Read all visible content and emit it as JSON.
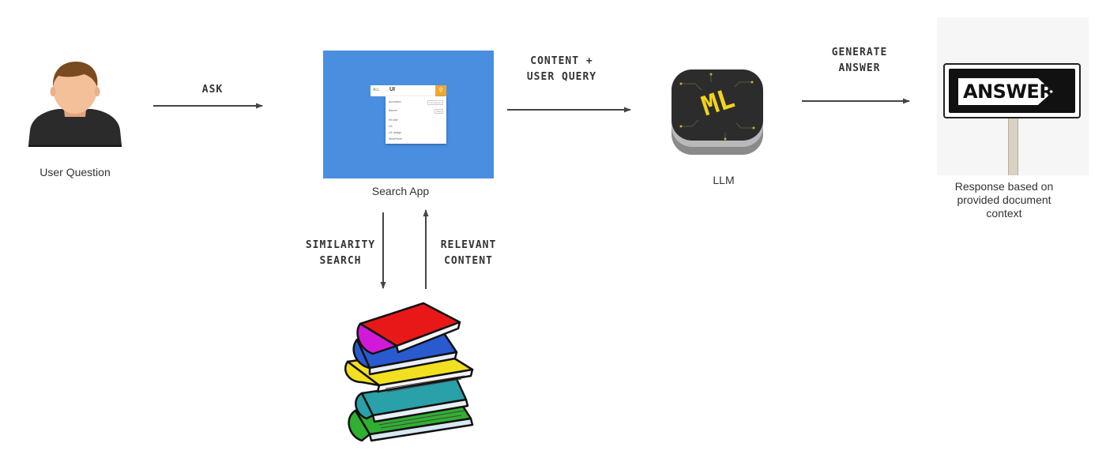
{
  "nodes": {
    "user": {
      "caption": "User Question"
    },
    "search_app": {
      "caption": "Search App",
      "mock": {
        "category": "ALL",
        "query": "UI",
        "items": [
          "Accordion",
          "Banner",
          "Kit side",
          "UX",
          "UX design",
          "WorkPanel"
        ],
        "tags": [
          "Component",
          "Slide"
        ]
      }
    },
    "llm": {
      "caption": "LLM",
      "icon_text": "ML"
    },
    "answer": {
      "caption": "Response based on provided document context",
      "sign_text": "ANSWERS"
    },
    "books": {
      "icon": "book-stack-icon"
    }
  },
  "edges": {
    "ask": {
      "label": "ASK"
    },
    "content_query": {
      "label_line1": "CONTENT +",
      "label_line2": "USER QUERY"
    },
    "generate": {
      "label_line1": "GENERATE",
      "label_line2": "ANSWER"
    },
    "similarity": {
      "label_line1": "SIMILARITY",
      "label_line2": "SEARCH"
    },
    "relevant": {
      "label_line1": "RELEVANT",
      "label_line2": "CONTENT"
    }
  },
  "colors": {
    "arrow": "#4a4444",
    "search_panel": "#4a8ee0",
    "search_button": "#f0a830",
    "ml_text": "#f5d21c"
  }
}
